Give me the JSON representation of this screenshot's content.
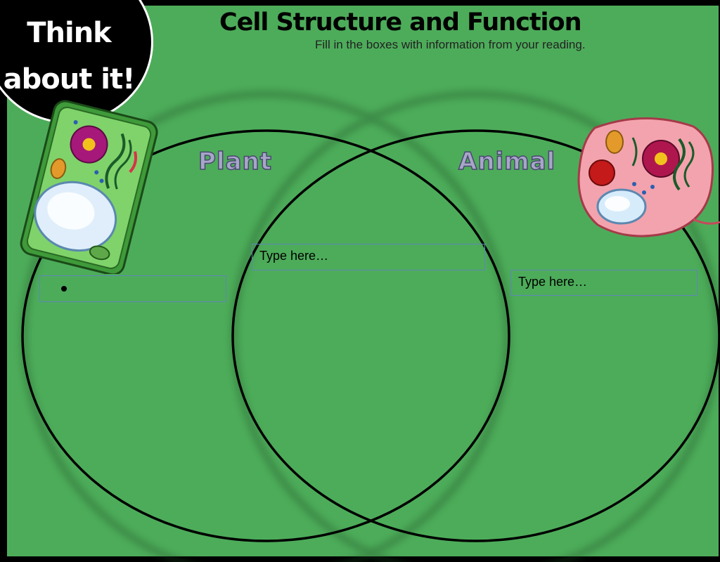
{
  "header": {
    "badge_line1": "Think",
    "badge_line2": "about it!",
    "title": "Cell Structure and Function",
    "subtitle": "Fill in the boxes with information from your reading."
  },
  "venn": {
    "left_label": "Plant",
    "right_label": "Animal"
  },
  "inputs": {
    "plant_value": "",
    "both_placeholder": "Type here…",
    "animal_placeholder": "Type here…"
  },
  "colors": {
    "background": "#4dac5a",
    "outline": "#000000",
    "label_fill": "#a8a6c8",
    "textbox_border": "#5f86b8",
    "plant_cell": "#63c45a",
    "animal_cell": "#f3a3ad"
  },
  "icons": {
    "plant": "plant-cell-illustration",
    "animal": "animal-cell-illustration"
  }
}
